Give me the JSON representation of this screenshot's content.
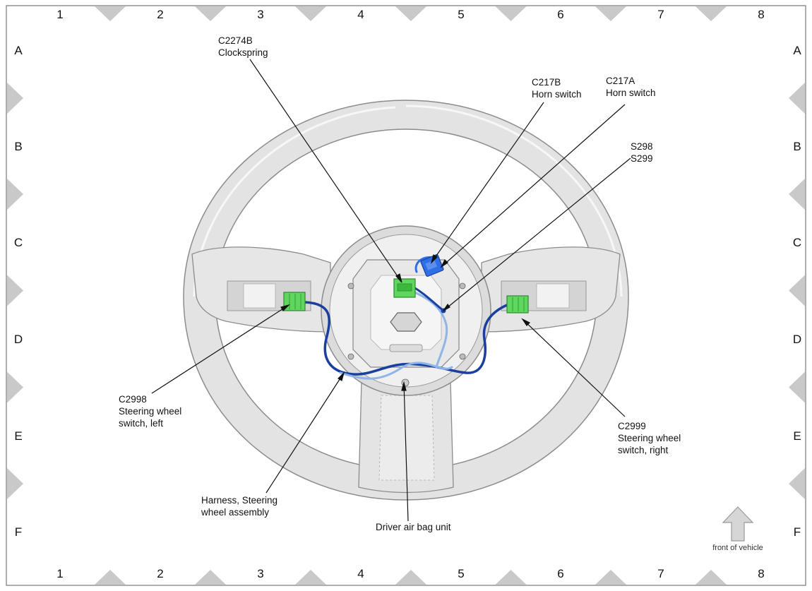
{
  "grid": {
    "columns": [
      "1",
      "2",
      "3",
      "4",
      "5",
      "6",
      "7",
      "8"
    ],
    "rows": [
      "A",
      "B",
      "C",
      "D",
      "E",
      "F"
    ]
  },
  "callouts": {
    "clockspring": {
      "id": "C2274B",
      "desc": "Clockspring"
    },
    "horn_b": {
      "id": "C217B",
      "desc": "Horn switch"
    },
    "horn_a": {
      "id": "C217A",
      "desc": "Horn switch"
    },
    "splice": {
      "line1": "S298",
      "line2": "S299"
    },
    "switch_left": {
      "id": "C2998",
      "line2": "Steering wheel",
      "line3": "switch, left"
    },
    "switch_right": {
      "id": "C2999",
      "line2": "Steering wheel",
      "line3": "switch, right"
    },
    "harness": {
      "line1": "Harness, Steering",
      "line2": "wheel assembly"
    },
    "airbag": {
      "text": "Driver air bag unit"
    }
  },
  "orientation": {
    "label": "front of vehicle",
    "icon": "up-arrow-icon"
  },
  "colors": {
    "connector_green": "#5fd75f",
    "connector_blue": "#2f6fe6",
    "harness_dark": "#1a3f9e",
    "harness_light": "#8fb4ea",
    "wheel_gray": "#e3e3e3"
  }
}
